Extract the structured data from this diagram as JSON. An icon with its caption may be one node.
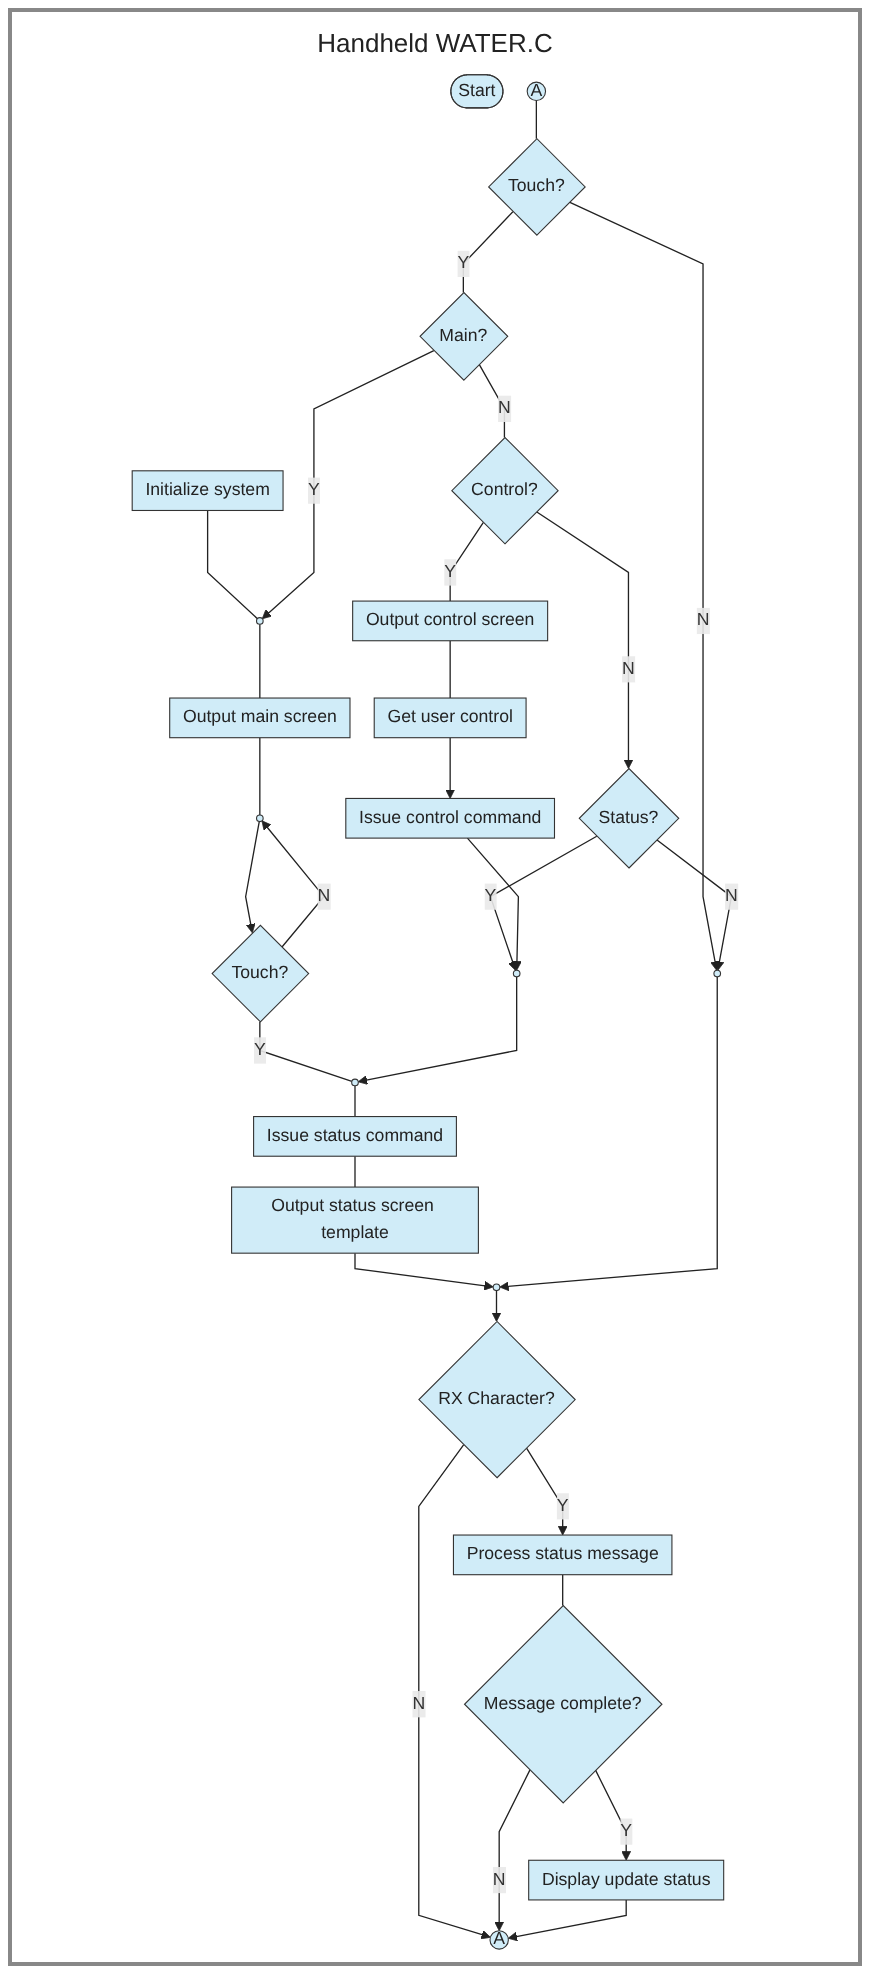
{
  "diagram": {
    "title": "Handheld WATER.C",
    "nodes": [
      {
        "text": [
          "Start"
        ]
      },
      {
        "text": [
          "Initialize system"
        ]
      },
      {
        "text": [],
        "shape": "circle"
      },
      {
        "text": [
          "Output main screen"
        ]
      },
      {
        "text": [],
        "shape": "circle"
      },
      {
        "text": [
          "Touch?"
        ]
      },
      {
        "text": [],
        "shape": "circle"
      },
      {
        "text": [
          "Issue status command"
        ]
      },
      {
        "text": [
          "Output status screen template"
        ]
      },
      {
        "text": [],
        "shape": "circle"
      },
      {
        "text": [
          "RX Character?"
        ]
      },
      {
        "text": [
          "Process status message"
        ]
      },
      {
        "text": [
          "Message complete?"
        ]
      },
      {
        "text": [
          "Display update status"
        ]
      },
      {
        "text": [
          "A"
        ]
      },
      {
        "text": [
          "A"
        ]
      },
      {
        "text": [
          "Touch?"
        ]
      },
      {
        "text": [
          "Main?"
        ]
      },
      {
        "text": [
          "Control?"
        ]
      },
      {
        "text": [
          "Status?"
        ]
      },
      {
        "text": [],
        "shape": "circle"
      },
      {
        "text": [
          "Output control screen"
        ]
      },
      {
        "text": [
          "Get user control"
        ]
      },
      {
        "text": [
          "Issue control command"
        ]
      },
      {
        "text": [],
        "shape": "circle"
      }
    ],
    "edges": [
      {
        "from": 1,
        "to": 2,
        "arrow": "none"
      },
      {
        "from": 2,
        "to": 3,
        "arrow": "none"
      },
      {
        "from": 3,
        "to": 4,
        "arrow": "none"
      },
      {
        "from": 4,
        "to": 5,
        "arrow": "to"
      },
      {
        "from": 5,
        "to": 4,
        "label": "N",
        "arrow": "to"
      },
      {
        "from": 5,
        "to": 6,
        "label": "Y",
        "arrow": "none"
      },
      {
        "from": 6,
        "to": 7,
        "arrow": "none"
      },
      {
        "from": 7,
        "to": 8,
        "arrow": "none"
      },
      {
        "from": 8,
        "to": 9,
        "arrow": "to"
      },
      {
        "from": 9,
        "to": 10,
        "arrow": "to"
      },
      {
        "from": 10,
        "to": 11,
        "label": "Y",
        "arrow": "to"
      },
      {
        "from": 10,
        "to": 14,
        "label": "N",
        "arrow": "to"
      },
      {
        "from": 11,
        "to": 12,
        "arrow": "none"
      },
      {
        "from": 12,
        "to": 13,
        "label": "Y",
        "arrow": "to"
      },
      {
        "from": 12,
        "to": 14,
        "label": "N",
        "arrow": "to"
      },
      {
        "from": 13,
        "to": 14,
        "arrow": "to"
      },
      {
        "from": 15,
        "to": 16,
        "arrow": "none"
      },
      {
        "from": 16,
        "to": 24,
        "label": "N",
        "arrow": "to"
      },
      {
        "from": 16,
        "to": 17,
        "label": "Y",
        "arrow": "none"
      },
      {
        "from": 17,
        "to": 2,
        "label": "Y",
        "arrow": "to"
      },
      {
        "from": 17,
        "to": 18,
        "label": "N",
        "arrow": "none"
      },
      {
        "from": 18,
        "to": 21,
        "label": "Y",
        "arrow": "none"
      },
      {
        "from": 18,
        "to": 19,
        "label": "N",
        "arrow": "to"
      },
      {
        "from": 19,
        "to": 20,
        "label": "Y",
        "arrow": "to"
      },
      {
        "from": 19,
        "to": 24,
        "label": "N",
        "arrow": "to"
      },
      {
        "from": 20,
        "to": 6,
        "arrow": "to"
      },
      {
        "from": 21,
        "to": 22,
        "arrow": "none"
      },
      {
        "from": 22,
        "to": 23,
        "arrow": "to"
      },
      {
        "from": 23,
        "to": 20,
        "arrow": "to"
      },
      {
        "from": 24,
        "to": 9,
        "arrow": "to"
      }
    ]
  }
}
